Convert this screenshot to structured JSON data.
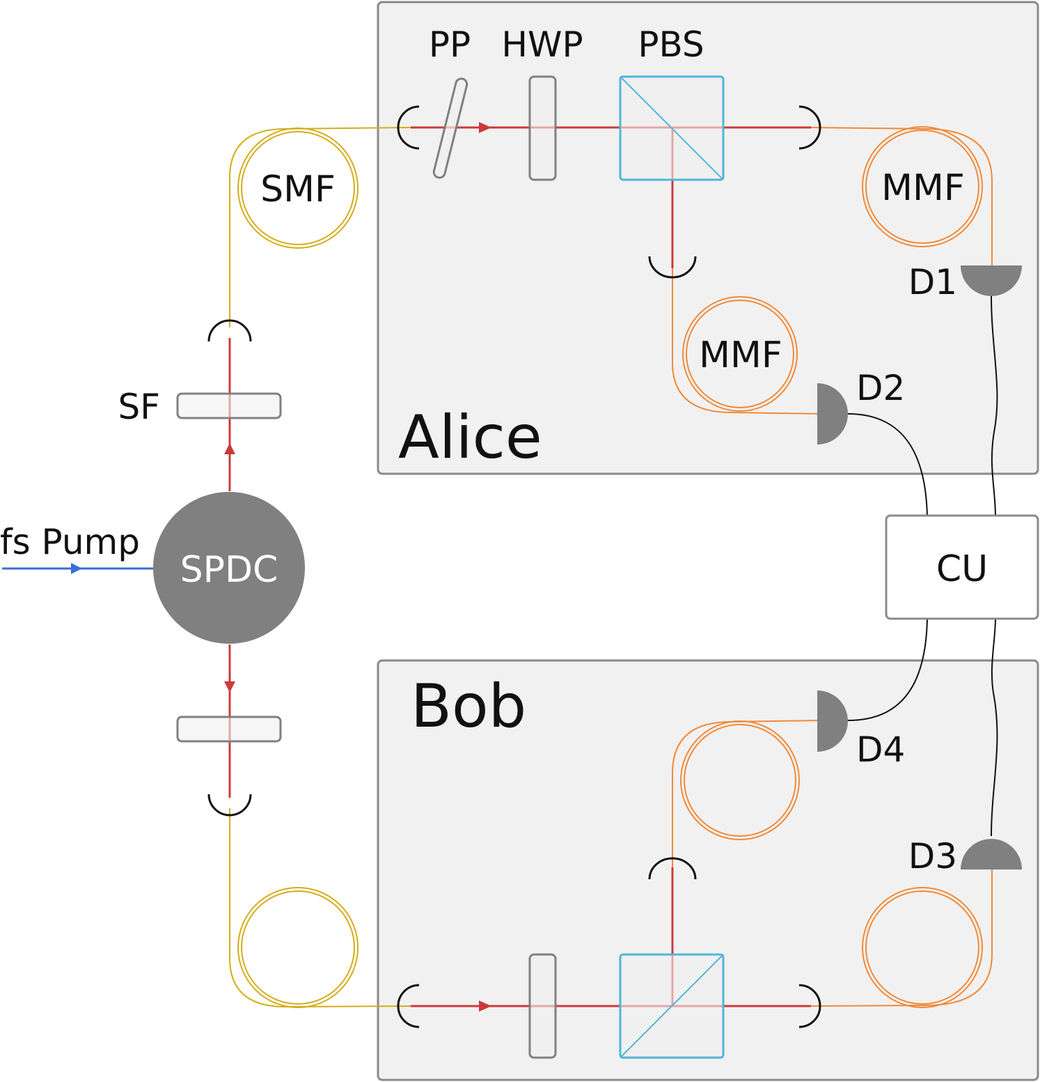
{
  "labels": {
    "pp": "PP",
    "hwp": "HWP",
    "pbs": "PBS",
    "smf": "SMF",
    "mmf_alice_right": "MMF",
    "mmf_alice_lower": "MMF",
    "sf": "SF",
    "pump": "fs Pump",
    "spdc": "SPDC",
    "alice": "Alice",
    "bob": "Bob",
    "cu": "CU",
    "d1": "D1",
    "d2": "D2",
    "d3": "D3",
    "d4": "D4"
  },
  "colors": {
    "beam": "#cc3a3a",
    "single_mode_fiber": "#d4ad1a",
    "multi_mode_fiber": "#f08a3a",
    "pump": "#3a6fd4",
    "bs_cube": "#4fb6d6",
    "component": "#808080",
    "box_fill": "#f1f1f1",
    "box_stroke": "#8a8a8a",
    "wire": "#111111"
  }
}
